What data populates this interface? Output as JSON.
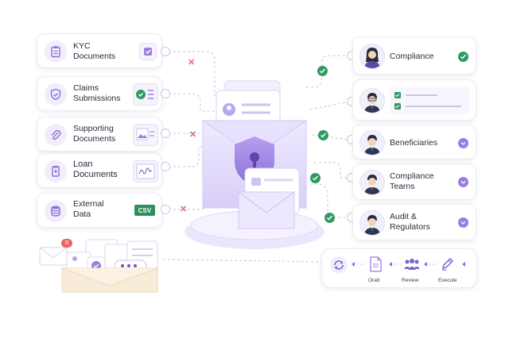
{
  "sources": [
    {
      "line1": "KYC",
      "line2": "Documents",
      "icon": "clipboard-icon"
    },
    {
      "line1": "Claims",
      "line2": "Submissions",
      "icon": "shield-check-icon"
    },
    {
      "line1": "Supporting",
      "line2": "Documents",
      "icon": "paperclip-icon"
    },
    {
      "line1": "Loan",
      "line2": "Documents",
      "icon": "loan-doc-icon"
    },
    {
      "line1": "External",
      "line2": "Data",
      "icon": "database-icon"
    }
  ],
  "csv_label": "CSV",
  "notification_count": "!!",
  "recipients": [
    {
      "line1": "Compliance",
      "line2": ""
    },
    {
      "line1": "",
      "line2": ""
    },
    {
      "line1": "Beneficiaries",
      "line2": ""
    },
    {
      "line1": "Compliance",
      "line2": "Tearns"
    },
    {
      "line1": "Audit &",
      "line2": "Regulators"
    }
  ],
  "workflow": {
    "draft": "Oratt",
    "review": "Review",
    "execute": "Execute"
  },
  "colors": {
    "accent": "#9a7ddf",
    "success": "#2f9a63",
    "error": "#e06a6a",
    "csv": "#2f8f5b"
  }
}
